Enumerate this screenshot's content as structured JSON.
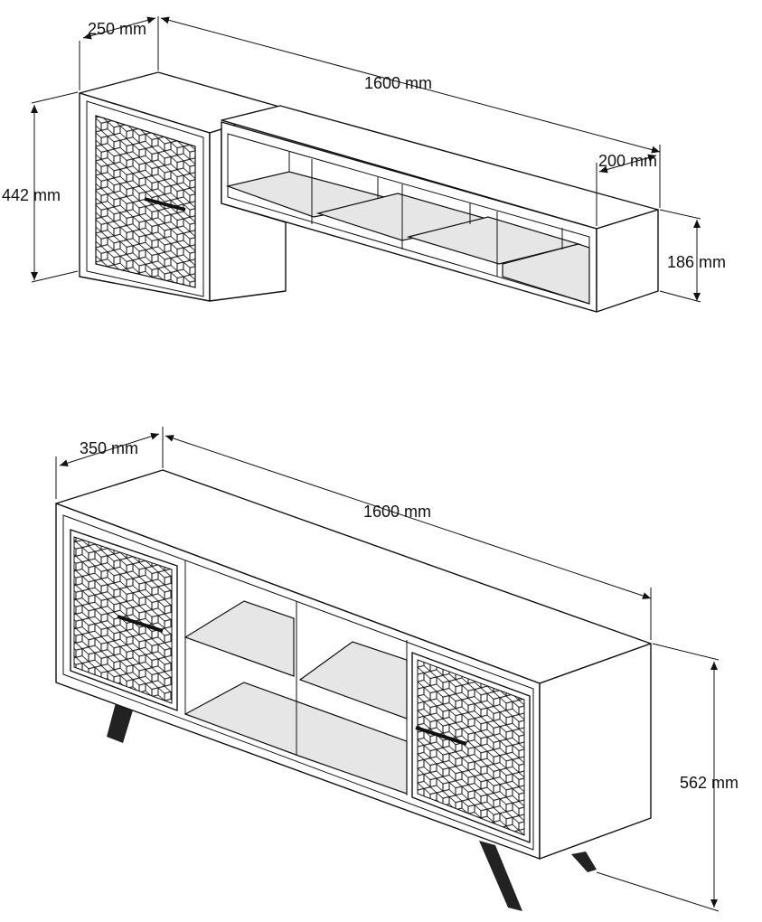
{
  "top_unit": {
    "depth_label": "250 mm",
    "width_label": "1600 mm",
    "shelf_depth_label": "200 mm",
    "height_label": "442 mm",
    "shelf_height_label": "186 mm"
  },
  "bottom_unit": {
    "depth_label": "350 mm",
    "width_label": "1600 mm",
    "height_label": "562 mm"
  },
  "colors": {
    "line": "#111111",
    "fill": "#ffffff",
    "shade": "#e6e6e6"
  }
}
